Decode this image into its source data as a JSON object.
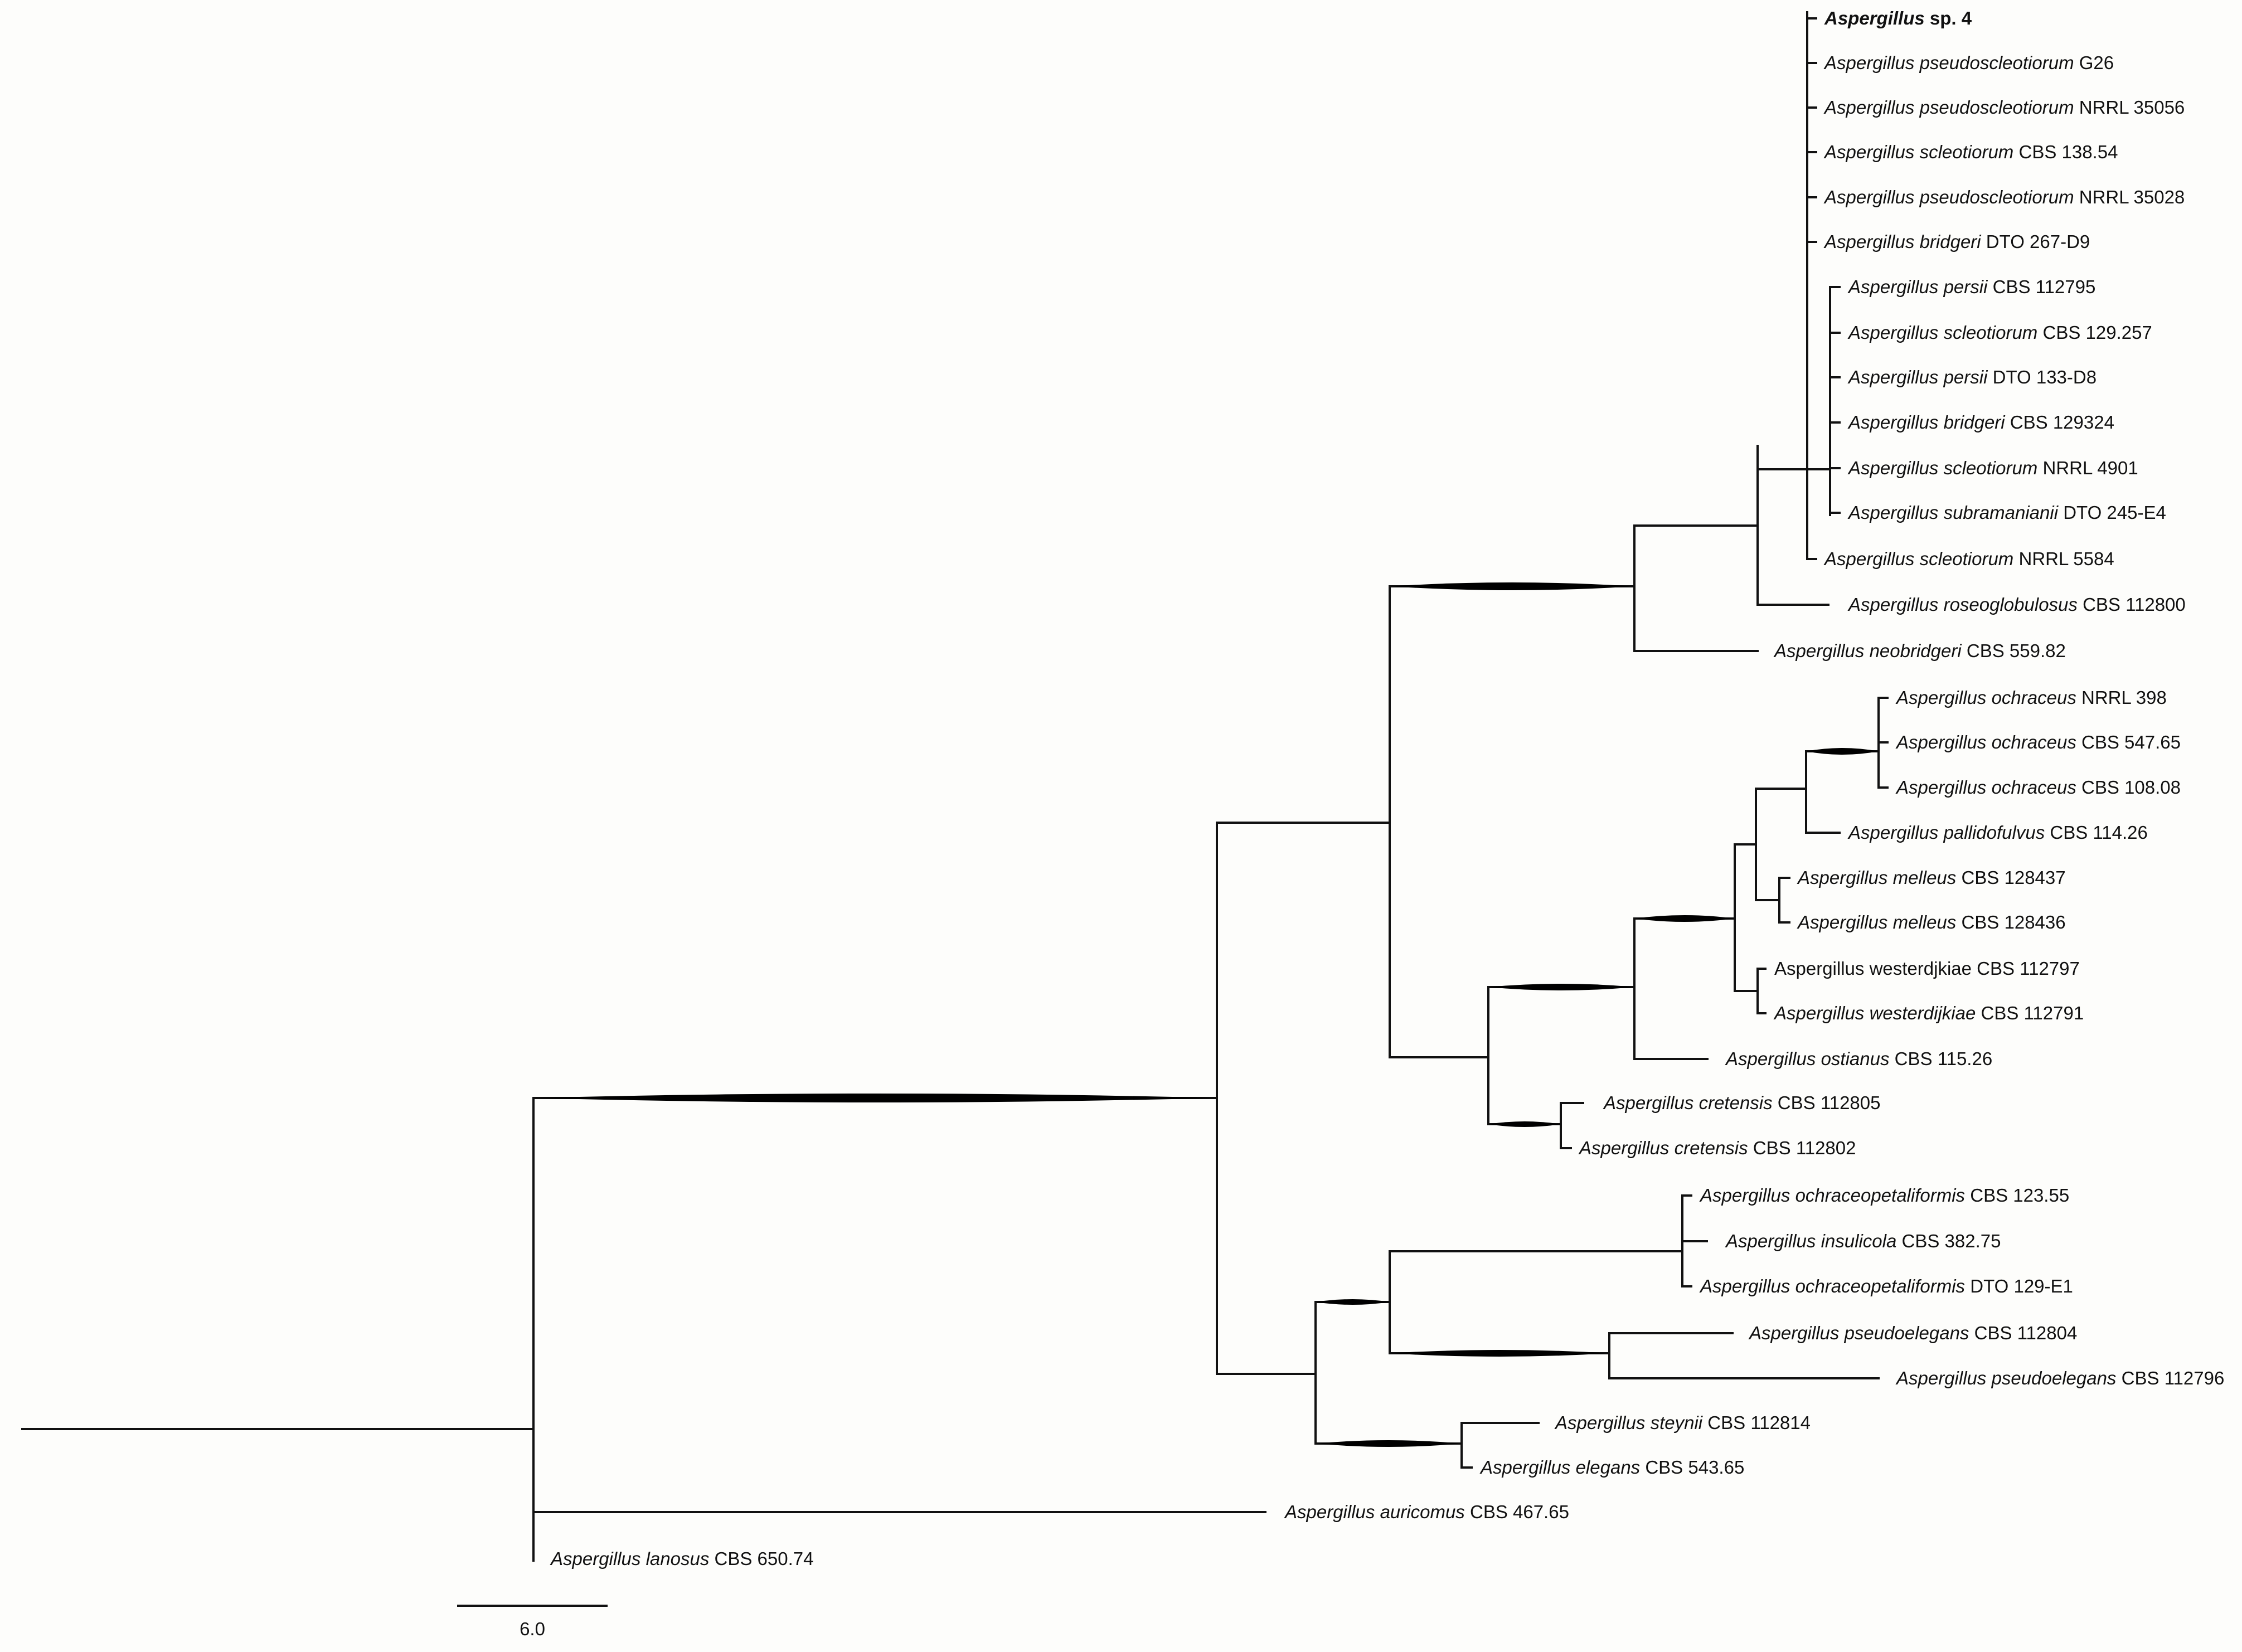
{
  "taxa": {
    "sp4": {
      "species": "Aspergillus",
      "suffix": " sp. 4"
    },
    "pscl_g26": {
      "species": "Aspergillus pseudoscleotiorum",
      "suffix": " G26"
    },
    "pscl_35056": {
      "species": "Aspergillus pseudoscleotiorum",
      "suffix": " NRRL 35056"
    },
    "scl_13854": {
      "species": "Aspergillus scleotiorum",
      "suffix": " CBS 138.54"
    },
    "pscl_35028": {
      "species": "Aspergillus pseudoscleotiorum",
      "suffix": " NRRL 35028"
    },
    "bri_267": {
      "species": "Aspergillus bridgeri",
      "suffix": " DTO 267-D9"
    },
    "per_112795": {
      "species": "Aspergillus persii",
      "suffix": " CBS 112795"
    },
    "scl_129257": {
      "species": "Aspergillus scleotiorum",
      "suffix": " CBS 129.257"
    },
    "per_133": {
      "species": "Aspergillus persii",
      "suffix": " DTO 133-D8"
    },
    "bri_129324": {
      "species": "Aspergillus bridgeri",
      "suffix": " CBS 129324"
    },
    "scl_4901": {
      "species": "Aspergillus scleotiorum",
      "suffix": " NRRL 4901"
    },
    "sub_245": {
      "species": "Aspergillus subramanianii",
      "suffix": " DTO 245-E4"
    },
    "scl_5584": {
      "species": "Aspergillus scleotiorum",
      "suffix": " NRRL 5584"
    },
    "ros_112800": {
      "species": "Aspergillus roseoglobulosus",
      "suffix": " CBS 112800"
    },
    "neo_55982": {
      "species": "Aspergillus neobridgeri",
      "suffix": " CBS 559.82"
    },
    "och_398": {
      "species": "Aspergillus  ochraceus",
      "suffix": "  NRRL  398"
    },
    "och_54765": {
      "species": "Aspergillus ochraceus",
      "suffix": " CBS 547.65"
    },
    "och_10808": {
      "species": "Aspergillus ochraceus",
      "suffix": " CBS 108.08"
    },
    "pal_11426": {
      "species": "Aspergillus pallidofulvus",
      "suffix": " CBS 114.26"
    },
    "mel_128437": {
      "species": "Aspergillus melleus",
      "suffix": " CBS 128437"
    },
    "mel_128436": {
      "species": "Aspergillus melleus",
      "suffix": " CBS 128436"
    },
    "wes_112797": {
      "species": "",
      "suffix": "Aspergillus westerdjkiae CBS 112797"
    },
    "wes_112791": {
      "species": "Aspergillus westerdijkiae",
      "suffix": " CBS 112791"
    },
    "ost_11526": {
      "species": "Aspergillus ostianus",
      "suffix": " CBS 115.26"
    },
    "cre_112805": {
      "species": "Aspergillus cretensis",
      "suffix": " CBS 112805"
    },
    "cre_112802": {
      "species": "Aspergillus cretensis",
      "suffix": " CBS 112802"
    },
    "ocp_12355": {
      "species": "Aspergillus ochraceopetaliformis",
      "suffix": " CBS 123.55"
    },
    "ins_38275": {
      "species": "Aspergillus insulicola",
      "suffix": " CBS 382.75"
    },
    "ocp_129": {
      "species": "Aspergillus ochraceopetaliformis",
      "suffix": " DTO 129-E1"
    },
    "pse_112804": {
      "species": "Aspergillus pseudoelegans",
      "suffix": " CBS 112804"
    },
    "pse_112796": {
      "species": "Aspergillus pseudoelegans",
      "suffix": " CBS 112796"
    },
    "ste_112814": {
      "species": "Aspergillus steynii",
      "suffix": " CBS 112814"
    },
    "ele_54365": {
      "species": "Aspergillus elegans",
      "suffix": " CBS 543.65"
    },
    "aur_46765": {
      "species": "Aspergillus auricomus",
      "suffix": " CBS 467.65"
    },
    "lan_65074": {
      "species": "Aspergillus lanosus",
      "suffix": " CBS 650.74"
    }
  },
  "bold_taxa": [
    "sp4"
  ],
  "scale_bar": {
    "value": 6.0,
    "label": "6.0"
  }
}
